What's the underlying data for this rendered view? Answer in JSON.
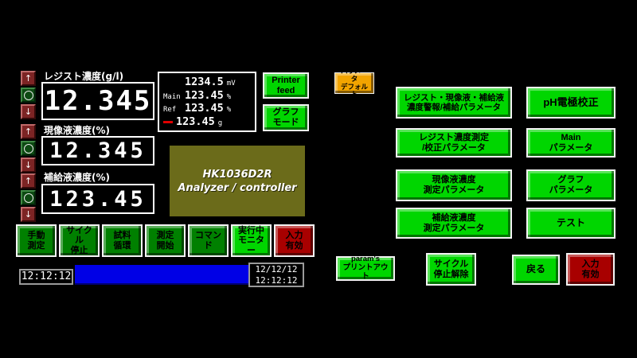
{
  "colors": {
    "background": "#000000",
    "bright_green": "#00d600",
    "dark_green": "#008000",
    "dark_red": "#a80000",
    "orange": "#f2a400",
    "olive_panel": "#6b6b1a",
    "progress_blue": "#0000e6",
    "arrow_button_red": "#7c2424",
    "lamp_green": "#0d4a12"
  },
  "left": {
    "measurements": [
      {
        "label": "レジスト濃度(g/l)",
        "value": "12.345"
      },
      {
        "label": "現像液濃度(%)",
        "value": "12.345"
      },
      {
        "label": "補給液濃度(%)",
        "value": "123.45"
      }
    ],
    "mv_panel": {
      "voltage": "1234.5",
      "voltage_unit": "mV",
      "main_label": "Main",
      "main_value": "123.45",
      "main_unit": "%",
      "ref_label": "Ref",
      "ref_value": "123.45",
      "ref_unit": "%",
      "weight_value": "123.45",
      "weight_unit": "g"
    },
    "printer_feed": {
      "line1": "Printer",
      "line2": "feed"
    },
    "graph_mode": {
      "line1": "グラフ",
      "line2": "モード"
    },
    "device": {
      "model": "HK1036D2R",
      "name": "Analyzer / controller"
    },
    "actions": [
      {
        "line1": "手動",
        "line2": "測定"
      },
      {
        "line1": "サイクル",
        "line2": "停止"
      },
      {
        "line1": "試料",
        "line2": "循環"
      },
      {
        "line1": "測定",
        "line2": "開始"
      },
      {
        "line1": "コマンド",
        "line2": ""
      },
      {
        "line1": "実行中",
        "line2": "モニター"
      },
      {
        "line1": "入力",
        "line2": "有効"
      }
    ],
    "status": {
      "time": "12:12:12",
      "date": "12/12/12",
      "datetime_time": "12:12:12"
    }
  },
  "right": {
    "param_default": {
      "line1": "パラメータ",
      "line2": "デフォルト"
    },
    "menu": [
      {
        "line1": "レジスト・現像液・補給液",
        "line2": "濃度警報/補給パラメータ"
      },
      {
        "line1": "pH電極校正",
        "line2": ""
      },
      {
        "line1": "レジスト濃度測定",
        "line2": "/校正パラメータ"
      },
      {
        "line1": "Main",
        "line2": "パラメータ"
      },
      {
        "line1": "現像液濃度",
        "line2": "測定パラメータ"
      },
      {
        "line1": "グラフ",
        "line2": "パラメータ"
      },
      {
        "line1": "補給液濃度",
        "line2": "測定パラメータ"
      },
      {
        "line1": "テスト",
        "line2": ""
      }
    ],
    "bottom": [
      {
        "line1": "param's",
        "line2": "プリントアウト"
      },
      {
        "line1": "サイクル",
        "line2": "停止解除"
      },
      {
        "line1": "戻る",
        "line2": ""
      },
      {
        "line1": "入力",
        "line2": "有効"
      }
    ]
  }
}
